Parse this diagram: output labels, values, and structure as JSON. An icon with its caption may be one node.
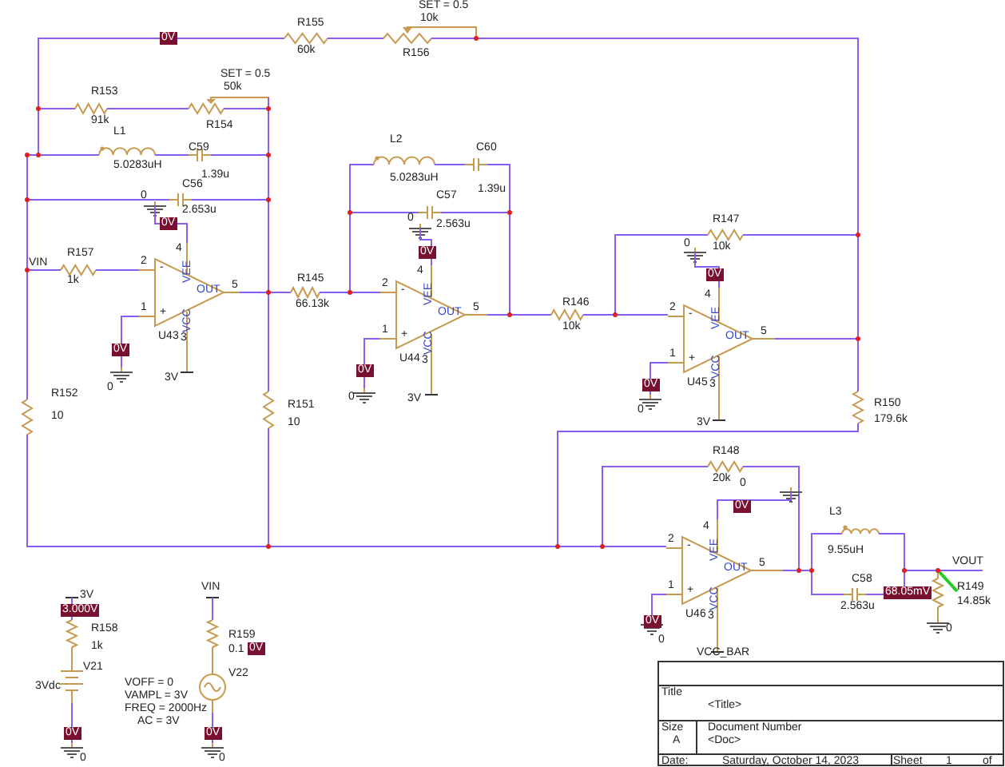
{
  "diagram": {
    "labels": [
      "SET = 0.5",
      "10k",
      "R155",
      "0V",
      "60k",
      "R156",
      "R153",
      "SET = 0.5",
      "50k",
      "91k",
      "L1",
      "R154",
      "5.0283uH",
      "C59",
      "1.39u",
      "L2",
      "C60",
      "5.0283uH",
      "C56",
      "1.39u",
      "0",
      "2.653u",
      "C57",
      "0",
      "2.563u",
      "R147",
      "0",
      "10k",
      "0V",
      "0V",
      "0V",
      "VIN",
      "R157",
      "1k",
      "R145",
      "66.13k",
      "R146",
      "10k",
      "R152",
      "10",
      "R151",
      "10",
      "R150",
      "179.6k",
      "0V",
      "0",
      "3V",
      "0V",
      "0",
      "3V",
      "0V",
      "0",
      "3V",
      "R148",
      "20k",
      "0",
      "0V",
      "L3",
      "9.55uH",
      "C58",
      "VOUT",
      "R149",
      "2.563u",
      "68.05mV",
      "14.85k",
      "0V",
      "0",
      "0",
      "VCC_BAR",
      "3V",
      "3.000V",
      "R158",
      "1k",
      "V21",
      "3Vdc",
      "VIN",
      "R159",
      "0.1",
      "0V",
      "V22",
      "VOFF = 0",
      "VAMPL = 3V",
      "FREQ = 2000Hz",
      "AC = 3V",
      "0V",
      "0V",
      "0",
      "0",
      "Title",
      "<Title>",
      "Size",
      "A",
      "Document Number",
      "<Doc>",
      "Date:",
      "Saturday, October 14, 2023",
      "Sheet",
      "1",
      "of",
      "2",
      "-",
      "1",
      "+",
      "VEE",
      "VCC",
      "OUT",
      "5",
      "4",
      "U43",
      "3",
      "2",
      "-",
      "1",
      "+",
      "VEE",
      "VCC",
      "OUT",
      "5",
      "4",
      "U44",
      "3",
      "2",
      "-",
      "1",
      "+",
      "VEE",
      "VCC",
      "OUT",
      "5",
      "4",
      "U45",
      "3",
      "2",
      "-",
      "1",
      "+",
      "VEE",
      "VCC",
      "OUT",
      "5",
      "4",
      "U46",
      "3"
    ]
  }
}
